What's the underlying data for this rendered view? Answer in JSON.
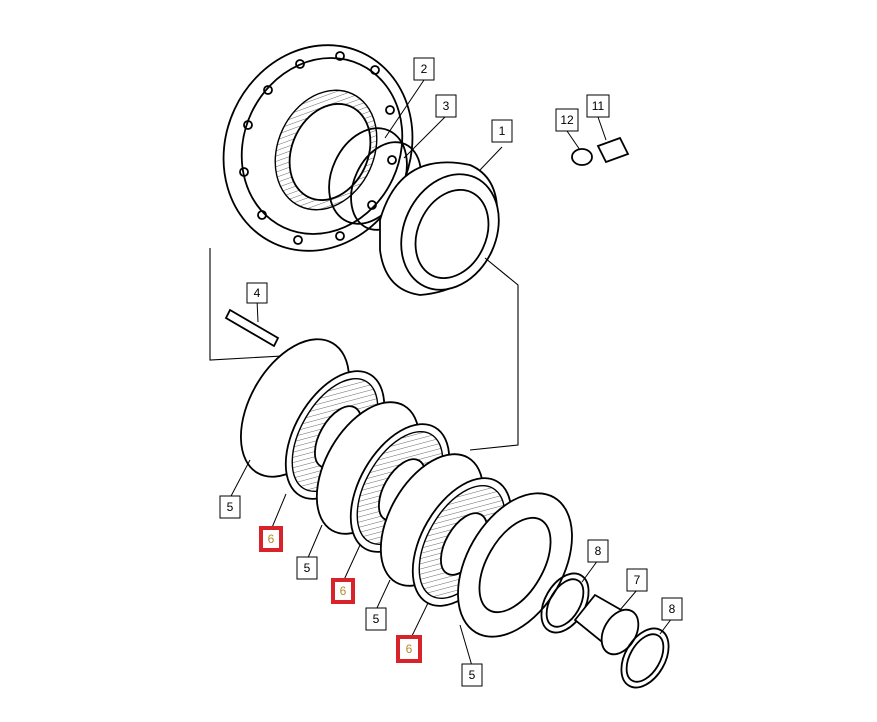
{
  "diagram": {
    "callouts": [
      {
        "id": "c2",
        "label": "2",
        "highlight": false
      },
      {
        "id": "c3",
        "label": "3",
        "highlight": false
      },
      {
        "id": "c1",
        "label": "1",
        "highlight": false
      },
      {
        "id": "c12",
        "label": "12",
        "highlight": false
      },
      {
        "id": "c11",
        "label": "11",
        "highlight": false
      },
      {
        "id": "c4",
        "label": "4",
        "highlight": false
      },
      {
        "id": "c5a",
        "label": "5",
        "highlight": false
      },
      {
        "id": "c6a",
        "label": "6",
        "highlight": true
      },
      {
        "id": "c5b",
        "label": "5",
        "highlight": false
      },
      {
        "id": "c6b",
        "label": "6",
        "highlight": true
      },
      {
        "id": "c5c",
        "label": "5",
        "highlight": false
      },
      {
        "id": "c6c",
        "label": "6",
        "highlight": true
      },
      {
        "id": "c5d",
        "label": "5",
        "highlight": false
      },
      {
        "id": "c8a",
        "label": "8",
        "highlight": false
      },
      {
        "id": "c7",
        "label": "7",
        "highlight": false
      },
      {
        "id": "c8b",
        "label": "8",
        "highlight": false
      }
    ],
    "highlight_color": "#d8232a"
  }
}
